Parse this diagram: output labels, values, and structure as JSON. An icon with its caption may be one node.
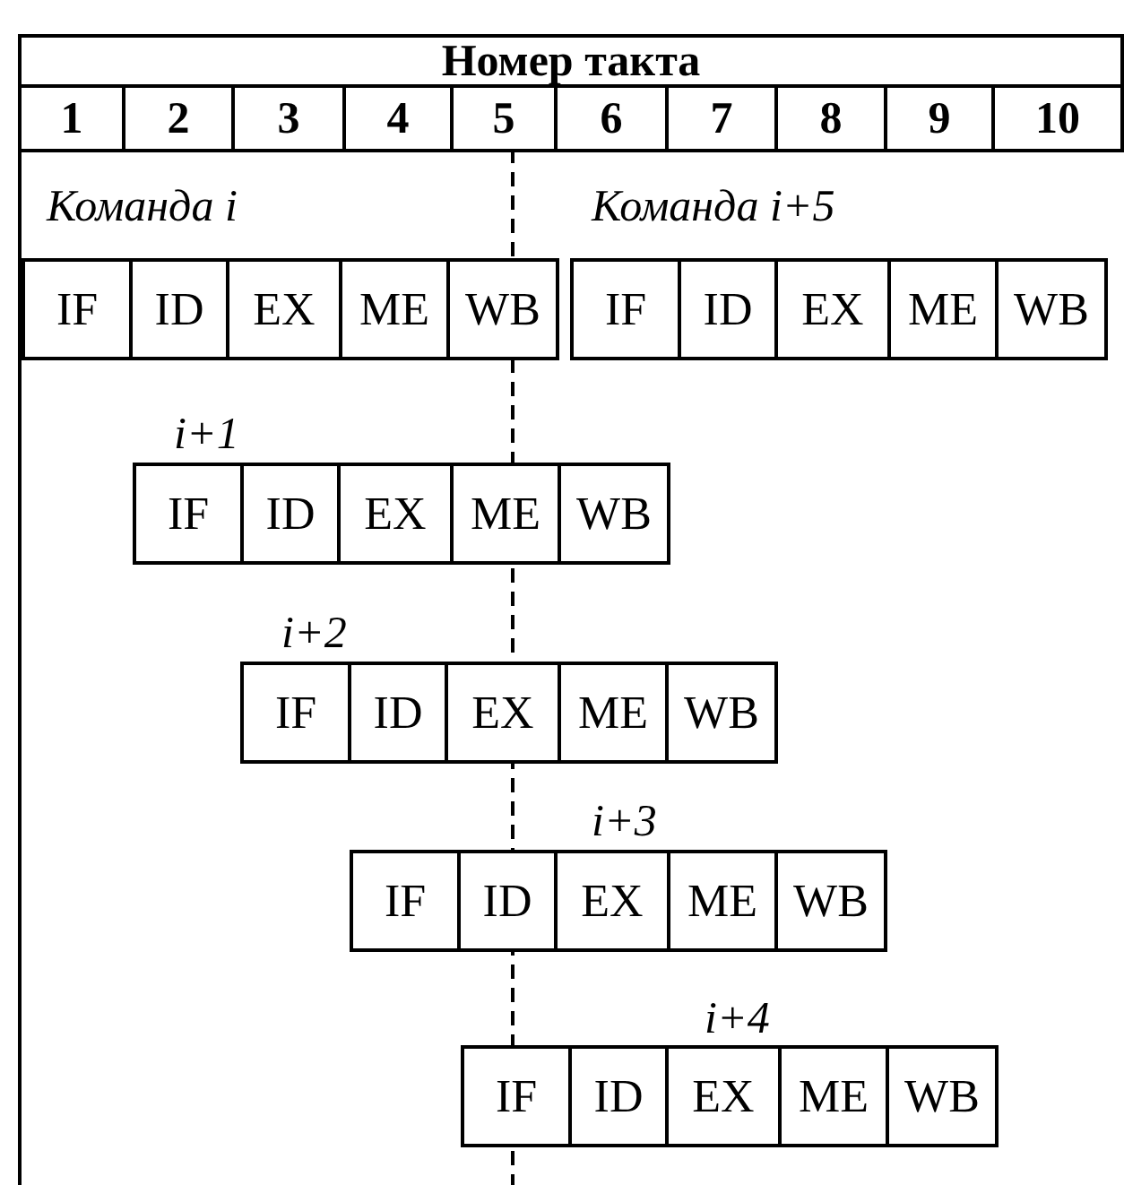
{
  "diagram": {
    "title": "Номер такта",
    "nodes": [
      {
        "text": [
          "IF"
        ]
      },
      {
        "text": [
          "ID"
        ]
      },
      {
        "text": [
          "EX"
        ]
      },
      {
        "text": [
          "ME"
        ]
      },
      {
        "text": [
          "WB"
        ]
      },
      {
        "text": [
          "IF"
        ]
      },
      {
        "text": [
          "ID"
        ]
      },
      {
        "text": [
          "EX"
        ]
      },
      {
        "text": [
          "ME"
        ]
      },
      {
        "text": [
          "WB"
        ]
      },
      {
        "text": [
          "IF"
        ]
      },
      {
        "text": [
          "ID"
        ]
      },
      {
        "text": [
          "EX"
        ]
      },
      {
        "text": [
          "ME"
        ]
      },
      {
        "text": [
          "WB"
        ]
      },
      {
        "text": [
          "IF"
        ]
      },
      {
        "text": [
          "ID"
        ]
      },
      {
        "text": [
          "EX"
        ]
      },
      {
        "text": [
          "ME"
        ]
      },
      {
        "text": [
          "WB"
        ]
      },
      {
        "text": [
          "IF"
        ]
      },
      {
        "text": [
          "ID"
        ]
      },
      {
        "text": [
          "EX"
        ]
      },
      {
        "text": [
          "ME"
        ]
      },
      {
        "text": [
          "WB"
        ]
      },
      {
        "text": [
          "IF"
        ]
      },
      {
        "text": [
          "ID"
        ]
      },
      {
        "text": [
          "EX"
        ]
      },
      {
        "text": [
          "ME"
        ]
      },
      {
        "text": [
          "WB"
        ]
      }
    ],
    "labels": [
      "1",
      "2",
      "3",
      "4",
      "5",
      "6",
      "7",
      "8",
      "9",
      "10",
      "Команда i",
      "Команда i+5",
      "i+1",
      "i+2",
      "i+3",
      "i+4"
    ]
  }
}
